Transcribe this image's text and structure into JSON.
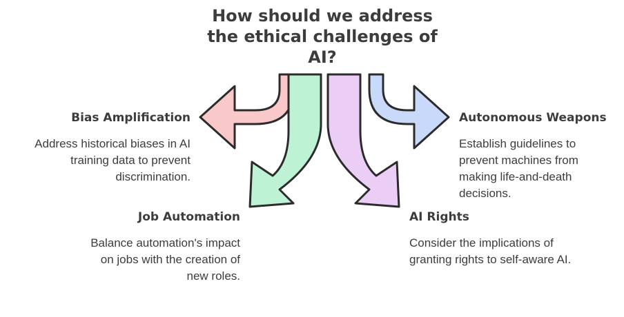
{
  "title": "How should we address the ethical challenges of AI?",
  "branches": [
    {
      "heading": "Bias Amplification",
      "description": "Address historical biases in AI training data to prevent discrimination.",
      "color": "#f9c9c9"
    },
    {
      "heading": "Job Automation",
      "description": "Balance automation's impact on jobs with the creation of new roles.",
      "color": "#bdf2d5"
    },
    {
      "heading": "AI Rights",
      "description": "Consider the implications of granting rights to self-aware AI.",
      "color": "#eccdf6"
    },
    {
      "heading": "Autonomous Weapons",
      "description": "Establish guidelines to prevent machines from making life-and-death decisions.",
      "color": "#c9d9f9"
    }
  ]
}
